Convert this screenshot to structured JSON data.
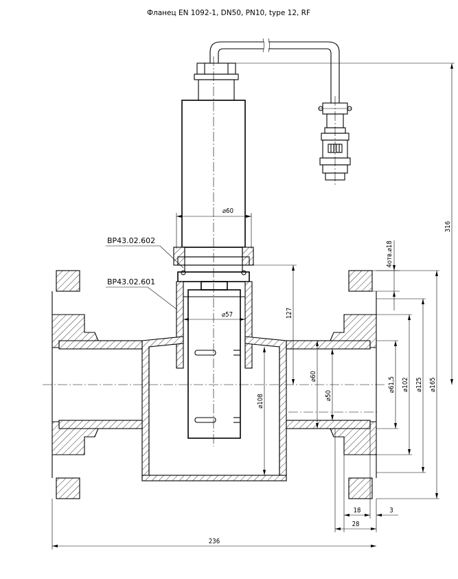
{
  "title": "Фланец EN 1092-1, DN50, PN10, type 12, RF",
  "callouts": {
    "upper_part": "BP43.02.602",
    "lower_part": "BP43.02.601"
  },
  "dimensions": {
    "d60_top": "⌀60",
    "d57": "⌀57",
    "h127": "127",
    "h316": "316",
    "holes": "4отв.⌀18",
    "d60_pipe": "⌀60",
    "d50": "⌀50",
    "d108": "⌀108",
    "d61_5": "⌀61,5",
    "d102": "⌀102",
    "d125": "⌀125",
    "d165": "⌀165",
    "w18": "18",
    "w3": "3",
    "w28": "28",
    "w236": "236"
  }
}
